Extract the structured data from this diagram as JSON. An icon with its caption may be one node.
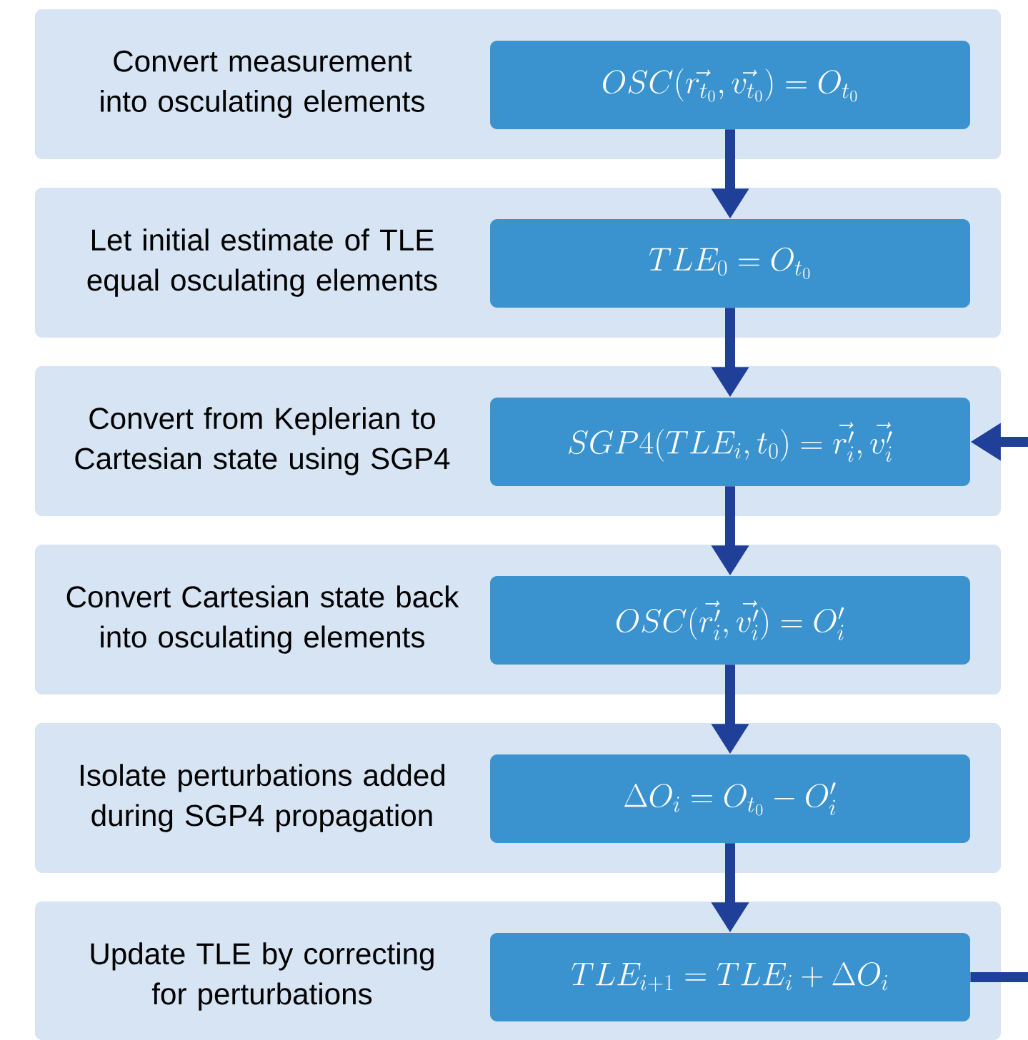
{
  "diagram": {
    "nodes": [
      {
        "text": [
          "Convert measurement into osculating elements"
        ]
      },
      {
        "text": [
          "OSC(\\vec{r_{t_0}}, \\vec{v_{t_0}}) = O_{t_0}"
        ],
        "in": 0
      },
      {
        "text": [
          "Let initial estimate of TLE equal osculating elements"
        ]
      },
      {
        "text": [
          "TLE_0 = O_{t_0}"
        ],
        "in": 2
      },
      {
        "text": [
          "Convert from Keplerian to Cartesian state using SGP4"
        ]
      },
      {
        "text": [
          "SGP4(TLE_i, t_0) = \\vec{r'_i}, \\vec{v'_i}"
        ],
        "in": 4
      },
      {
        "text": [
          "Convert Cartesian state back into osculating elements"
        ]
      },
      {
        "text": [
          "OSC(\\vec{r'_i}, \\vec{v'_i}) = O'_i"
        ],
        "in": 6
      },
      {
        "text": [
          "Isolate perturbations added during SGP4 propagation"
        ]
      },
      {
        "text": [
          "\\Delta O_i = O_{t_0} - O'_i"
        ],
        "in": 8
      },
      {
        "text": [
          "Update TLE by correcting for perturbations"
        ]
      },
      {
        "text": [
          "TLE_{i+1} = TLE_i + \\Delta O_i"
        ],
        "in": 10
      }
    ],
    "edges": [
      {
        "from": 1,
        "to": 3,
        "arrow": "to"
      },
      {
        "from": 3,
        "to": 5,
        "arrow": "to"
      },
      {
        "from": 5,
        "to": 7,
        "arrow": "to"
      },
      {
        "from": 7,
        "to": 9,
        "arrow": "to"
      },
      {
        "from": 9,
        "to": 11,
        "arrow": "to"
      },
      {
        "from": 11,
        "to": null,
        "arrow": "none"
      },
      {
        "from": null,
        "to": 5,
        "arrow": "to"
      }
    ]
  }
}
